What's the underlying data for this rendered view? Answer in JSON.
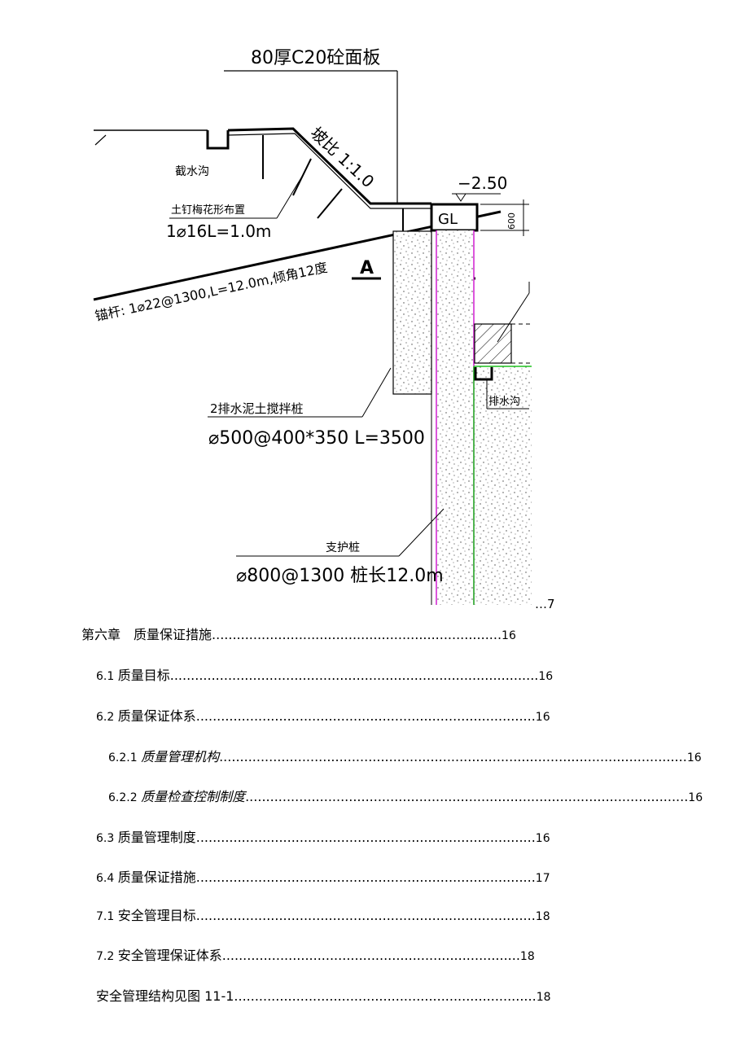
{
  "drawing": {
    "title_label": "80厚C20砼面板",
    "slope_label": "坡比 1:1.0",
    "drain_ditch_top": "截水沟",
    "nail_label_1": "土钉梅花形布置",
    "nail_label_2": "1⌀16L=1.0m",
    "anchor_label": "锚杆: 1⌀22@1300,L=12.0m,倾角12度",
    "section_mark_1": "A",
    "section_mark_2": "A",
    "elevation": "−2.50",
    "dimension": "600",
    "beam_label": "GL",
    "mixing_pile_label_1": "2排水泥土搅拌桩",
    "mixing_pile_label_2": "⌀500@400*350 L=3500",
    "support_pile_label_1": "支护桩",
    "support_pile_label_2": "⌀800@1300 桩长12.0m",
    "drain_ditch_right": "排水沟",
    "page_tail": "…7",
    "colors": {
      "pile_line": "#d11fd1",
      "green_line": "#1fc21f"
    }
  },
  "toc": [
    {
      "num": "",
      "text": "第六章　质量保证措施",
      "dots": "......................................................................",
      "page": "16"
    },
    {
      "num": "6.1 ",
      "text": "质量目标",
      "dots": "...........................................................................................",
      "page": "16"
    },
    {
      "num": "6.2 ",
      "text": "质量保证体系",
      "dots": "..................................................................................",
      "page": "16"
    },
    {
      "num": "6.2.1 ",
      "text": "质量管理机构",
      "dots": "........................................................................................................................",
      "page": "16"
    },
    {
      "num": "6.2.2 ",
      "text": "质量检查控制制度",
      "dots": ".............................................................................................................",
      "page": "16"
    },
    {
      "num": "6.3 ",
      "text": "质量管理制度",
      "dots": "...................................................................................",
      "page": "16"
    },
    {
      "num": "6.4 ",
      "text": "质量保证措施",
      "dots": "..................................................................................",
      "page": "17"
    },
    {
      "num": "7.1 ",
      "text": "安全管理目标",
      "dots": "..................................................................................",
      "page": "18"
    },
    {
      "num": "7.2 ",
      "text": "安全管理保证体系",
      "dots": "........................................................................",
      "page": "18"
    },
    {
      "num": "",
      "text": "安全管理结构见图 11-1",
      "dots": "..........................................................................",
      "page": "18"
    }
  ]
}
